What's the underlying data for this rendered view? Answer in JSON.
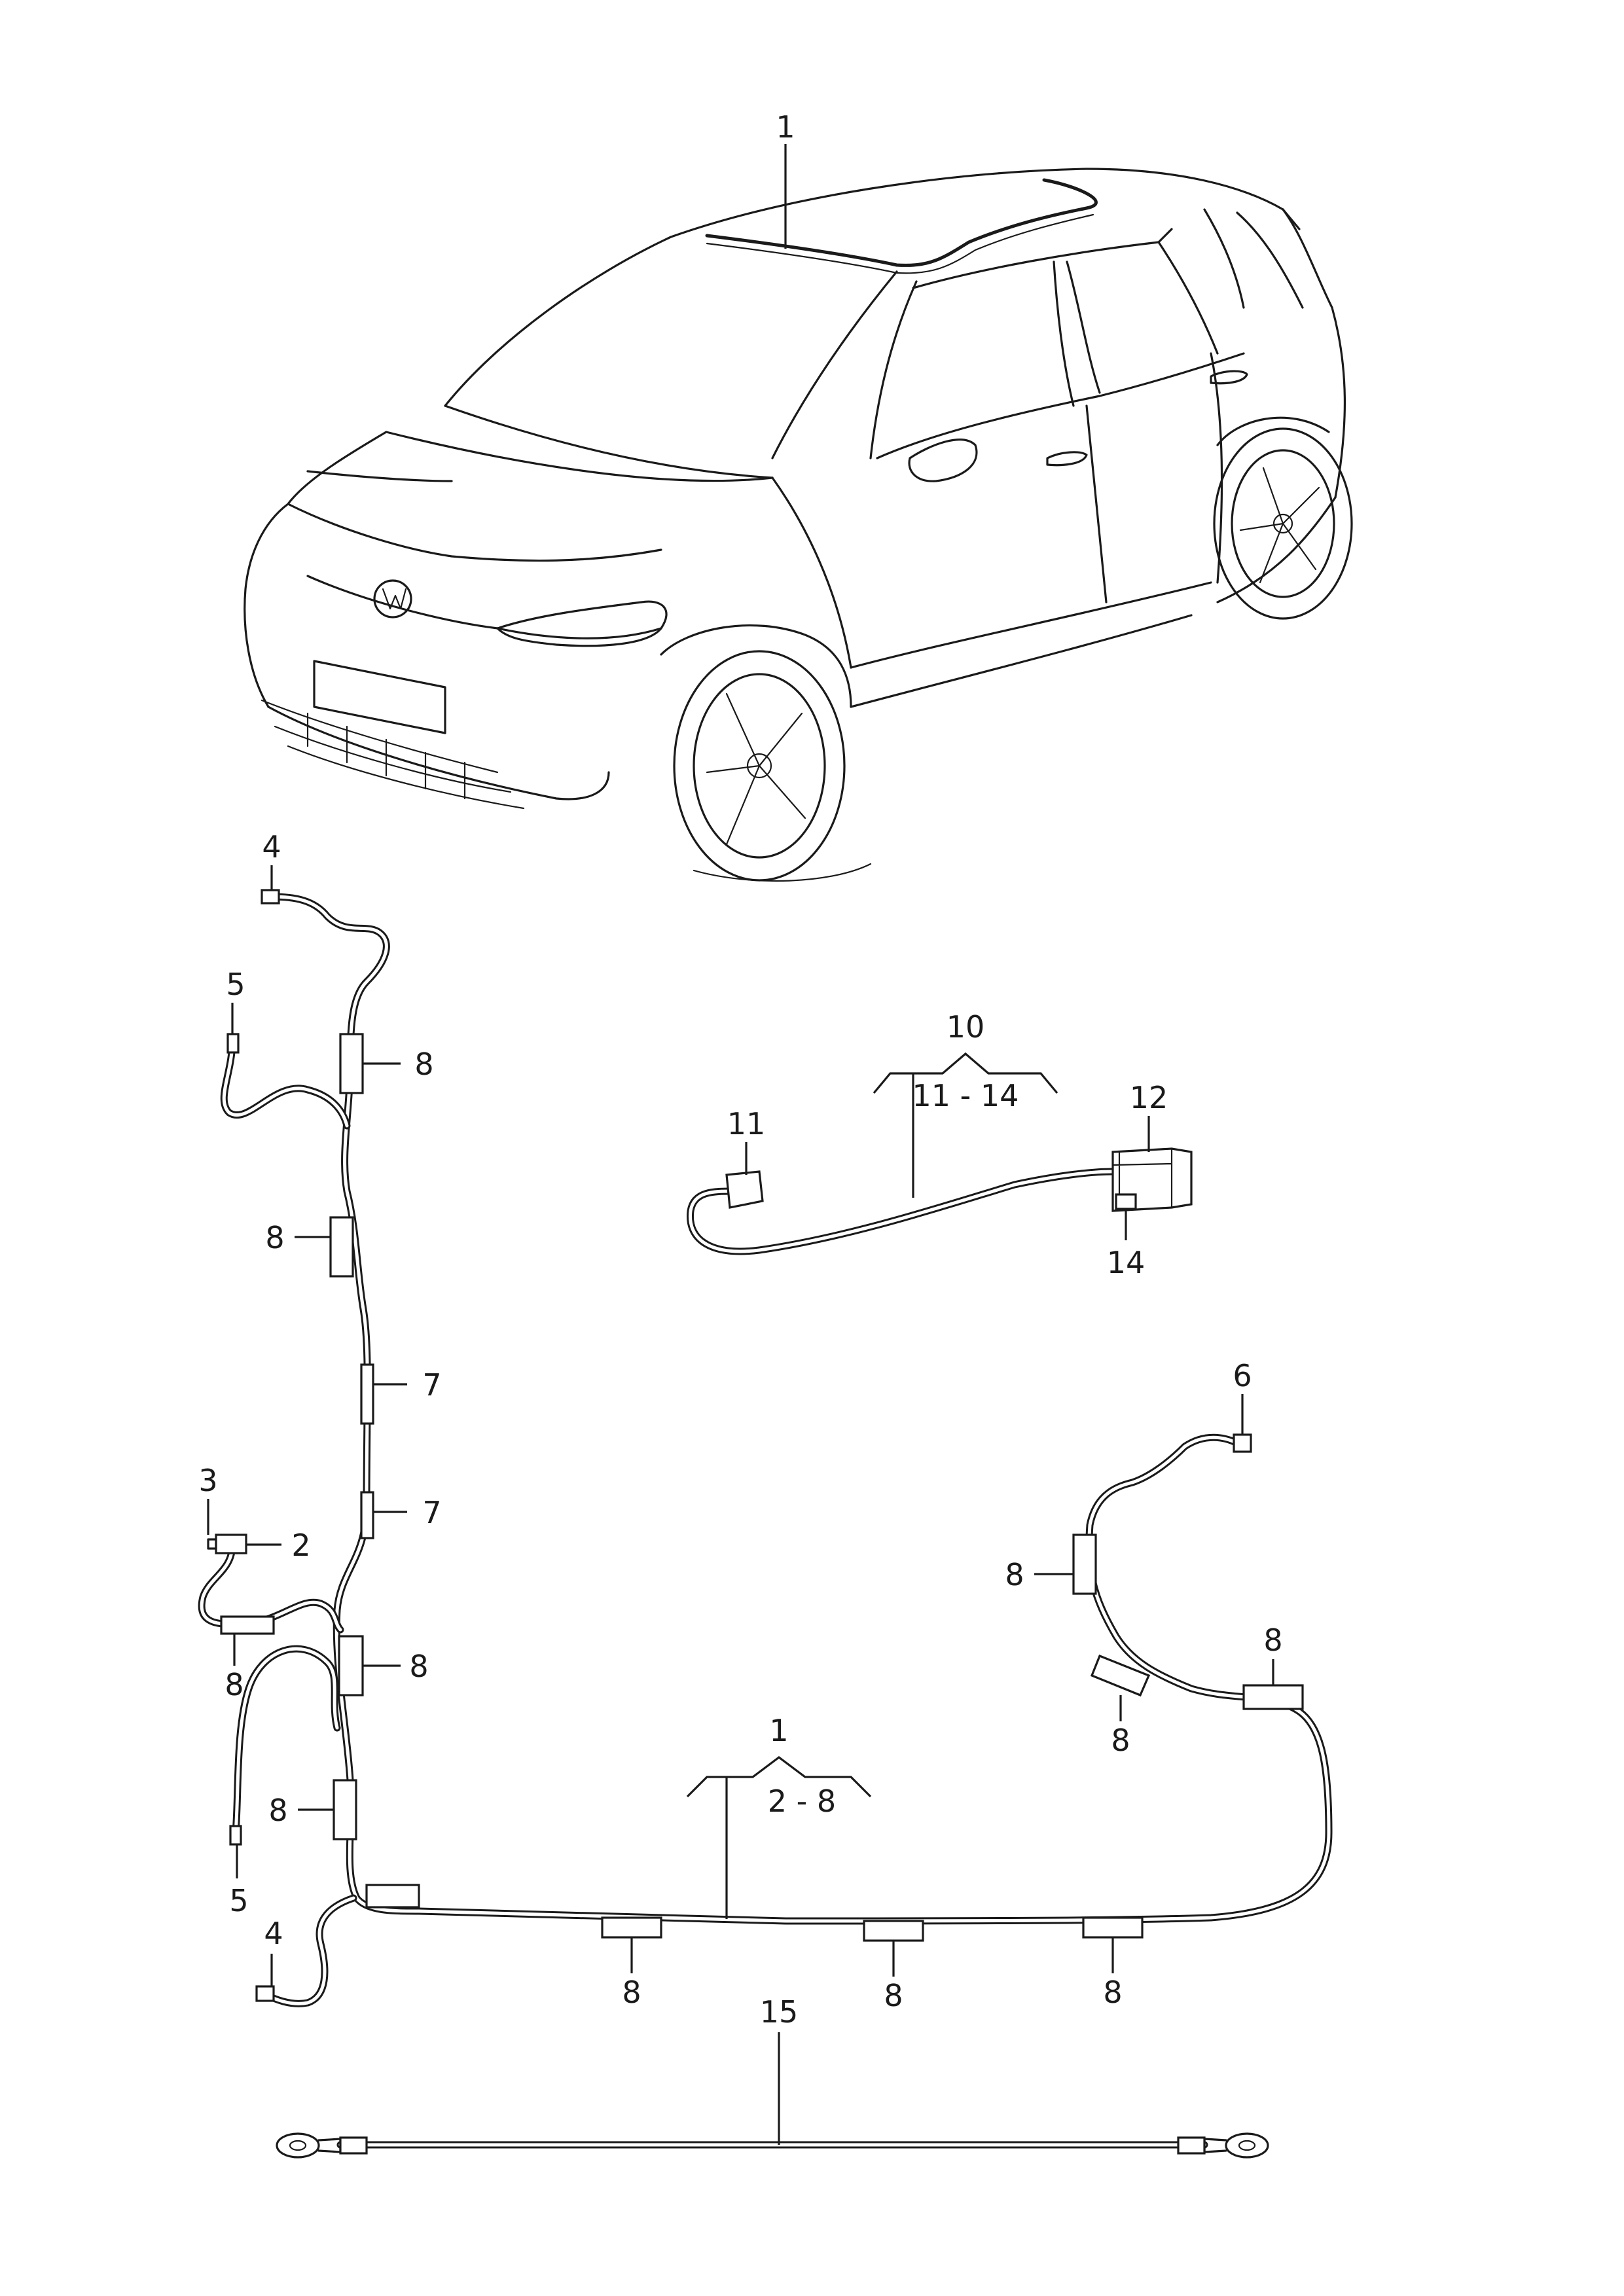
{
  "callouts": {
    "c1_top": "1",
    "c1_main": "1",
    "c1_main_range": "2 - 8",
    "c2": "2",
    "c3": "3",
    "c4_top": "4",
    "c4_bottom": "4",
    "c5_top": "5",
    "c5_bottom": "5",
    "c6": "6",
    "c7_a": "7",
    "c7_b": "7",
    "c8_a": "8",
    "c8_b": "8",
    "c8_c": "8",
    "c8_d": "8",
    "c8_e": "8",
    "c8_f": "8",
    "c8_g": "8",
    "c8_h": "8",
    "c8_i": "8",
    "c8_j": "8",
    "c8_k": "8",
    "c10": "10",
    "c10_range": "11 - 14",
    "c11": "11",
    "c12": "12",
    "c14": "14",
    "c15": "15"
  }
}
